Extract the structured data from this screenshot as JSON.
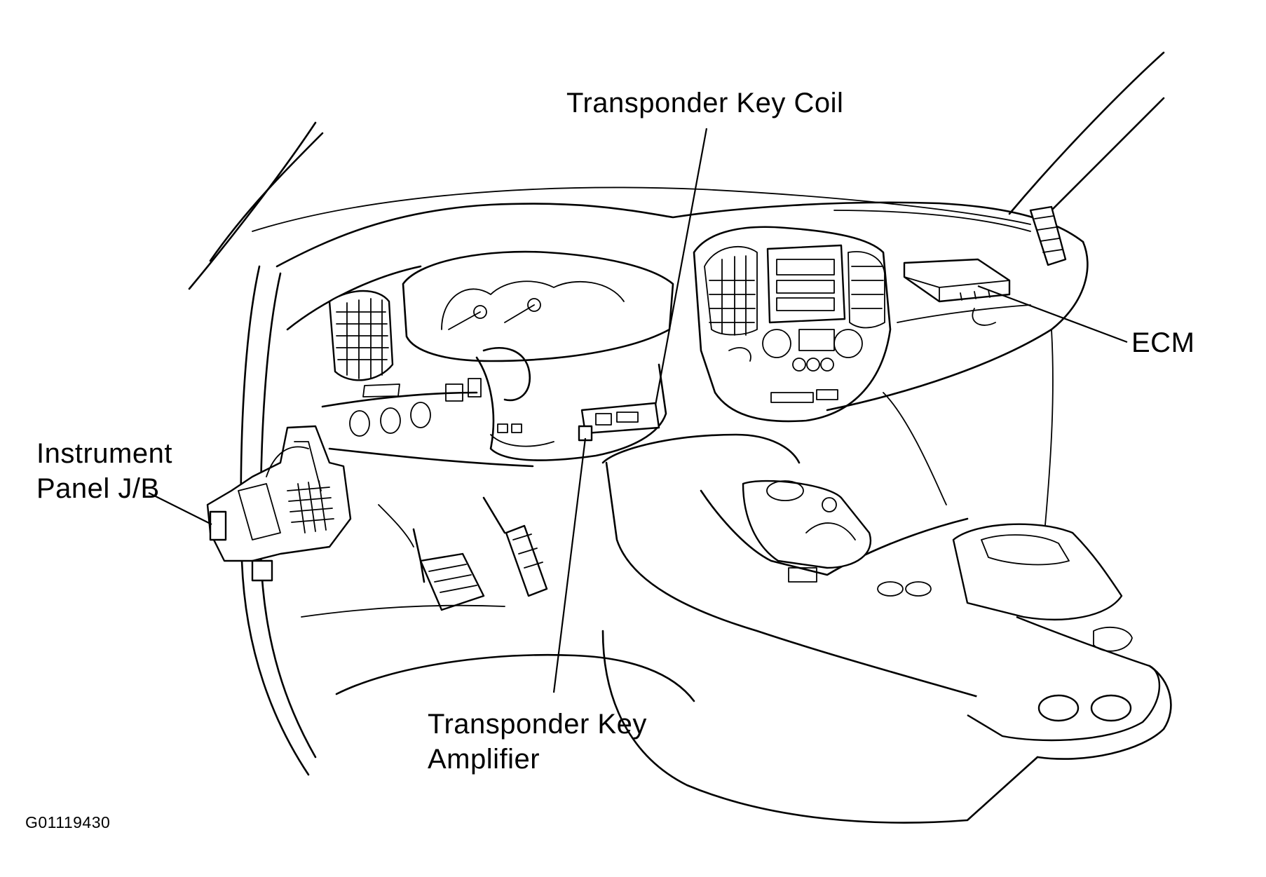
{
  "labels": {
    "transponder_key_coil": "Transponder Key Coil",
    "ecm": "ECM",
    "instrument_panel_jb_line1": "Instrument",
    "instrument_panel_jb_line2": "Panel J/B",
    "transponder_key_amplifier_line1": "Transponder Key",
    "transponder_key_amplifier_line2": "Amplifier"
  },
  "figure_id": "G01119430",
  "colors": {
    "line": "#000000",
    "background": "#ffffff"
  }
}
